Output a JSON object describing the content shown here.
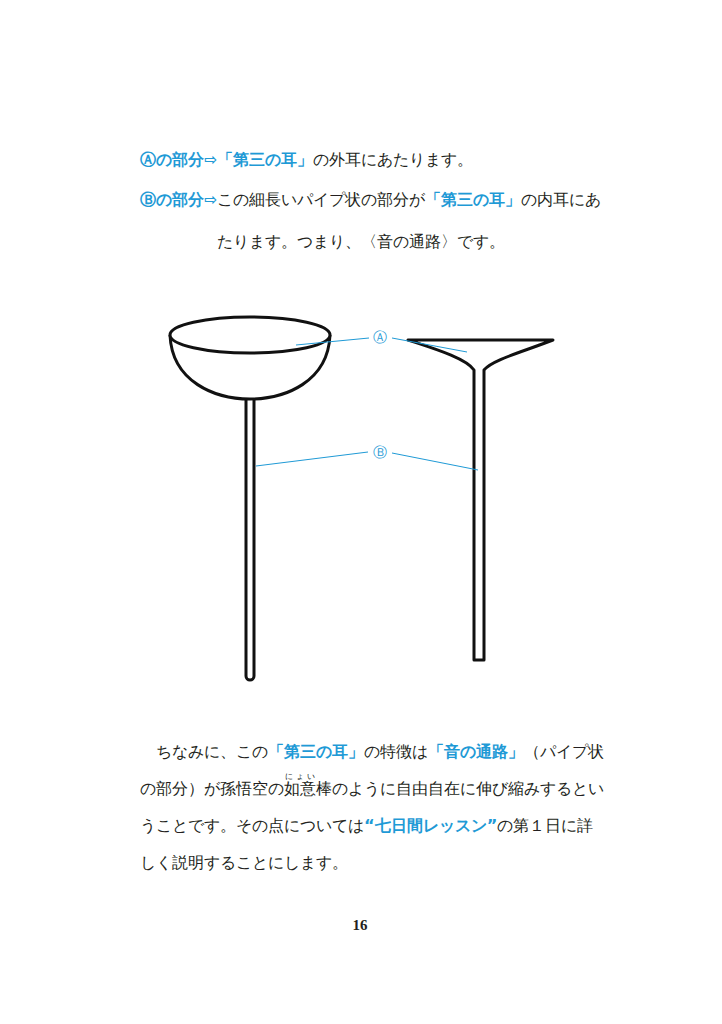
{
  "diagram": {
    "labels": [
      "Ⓐの部分⇨",
      "「第三の耳」",
      "の外耳にあたります。",
      "Ⓑの部分⇨",
      "この細長いパイプ状の部分が",
      "「第三の耳」",
      "の内耳にあたります。つまり、〈音の通路〉です。",
      "Ⓐ",
      "Ⓑ",
      "ちなみに、この",
      "「第三の耳」",
      "の特徴は",
      "「音の通路」",
      "（パイプ状の部分）が孫悟空の",
      "如意",
      "にょい",
      "棒のように自由自在に伸び縮みするということです。その点については",
      "“七日間レッスン”",
      "の第１日に詳しく説明することにします。",
      "16"
    ]
  }
}
